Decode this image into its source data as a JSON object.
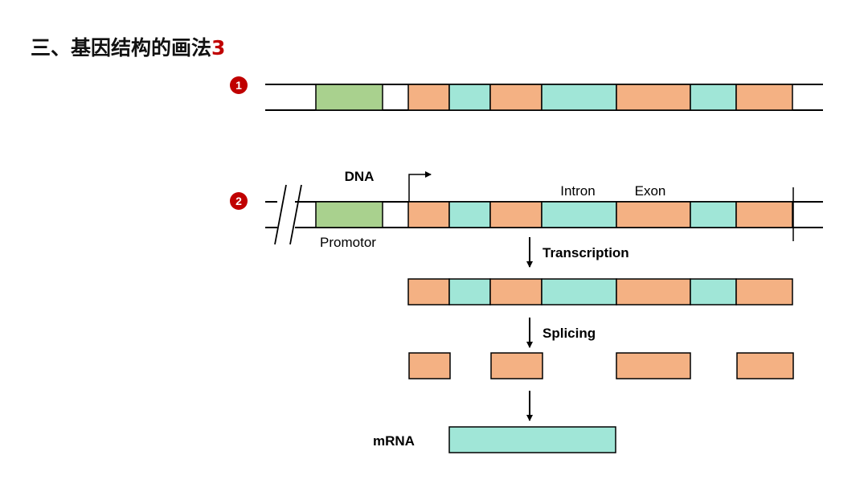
{
  "title": {
    "main": "三、基因结构的画法",
    "number": "3"
  },
  "markers": {
    "one": "1",
    "two": "2"
  },
  "labels": {
    "dna": "DNA",
    "intron": "Intron",
    "exon": "Exon",
    "promotor": "Promotor",
    "transcription": "Transcription",
    "splicing": "Splicing",
    "mrna": "mRNA"
  },
  "colors": {
    "promoter": "#a9d18e",
    "exon": "#f4b183",
    "intron": "#a0e6d7",
    "marker": "#c00000",
    "line": "#000000"
  }
}
